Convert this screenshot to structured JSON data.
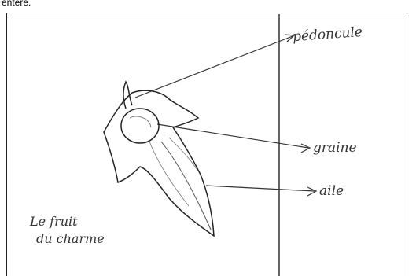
{
  "header": {
    "fragment": "entere."
  },
  "labels": {
    "pedoncule": "pédoncule",
    "graine": "graine",
    "aile": "aile"
  },
  "caption": {
    "line1": "Le fruit",
    "line2": "du charme"
  },
  "colors": {
    "ink": "#333333",
    "background": "#ffffff"
  }
}
